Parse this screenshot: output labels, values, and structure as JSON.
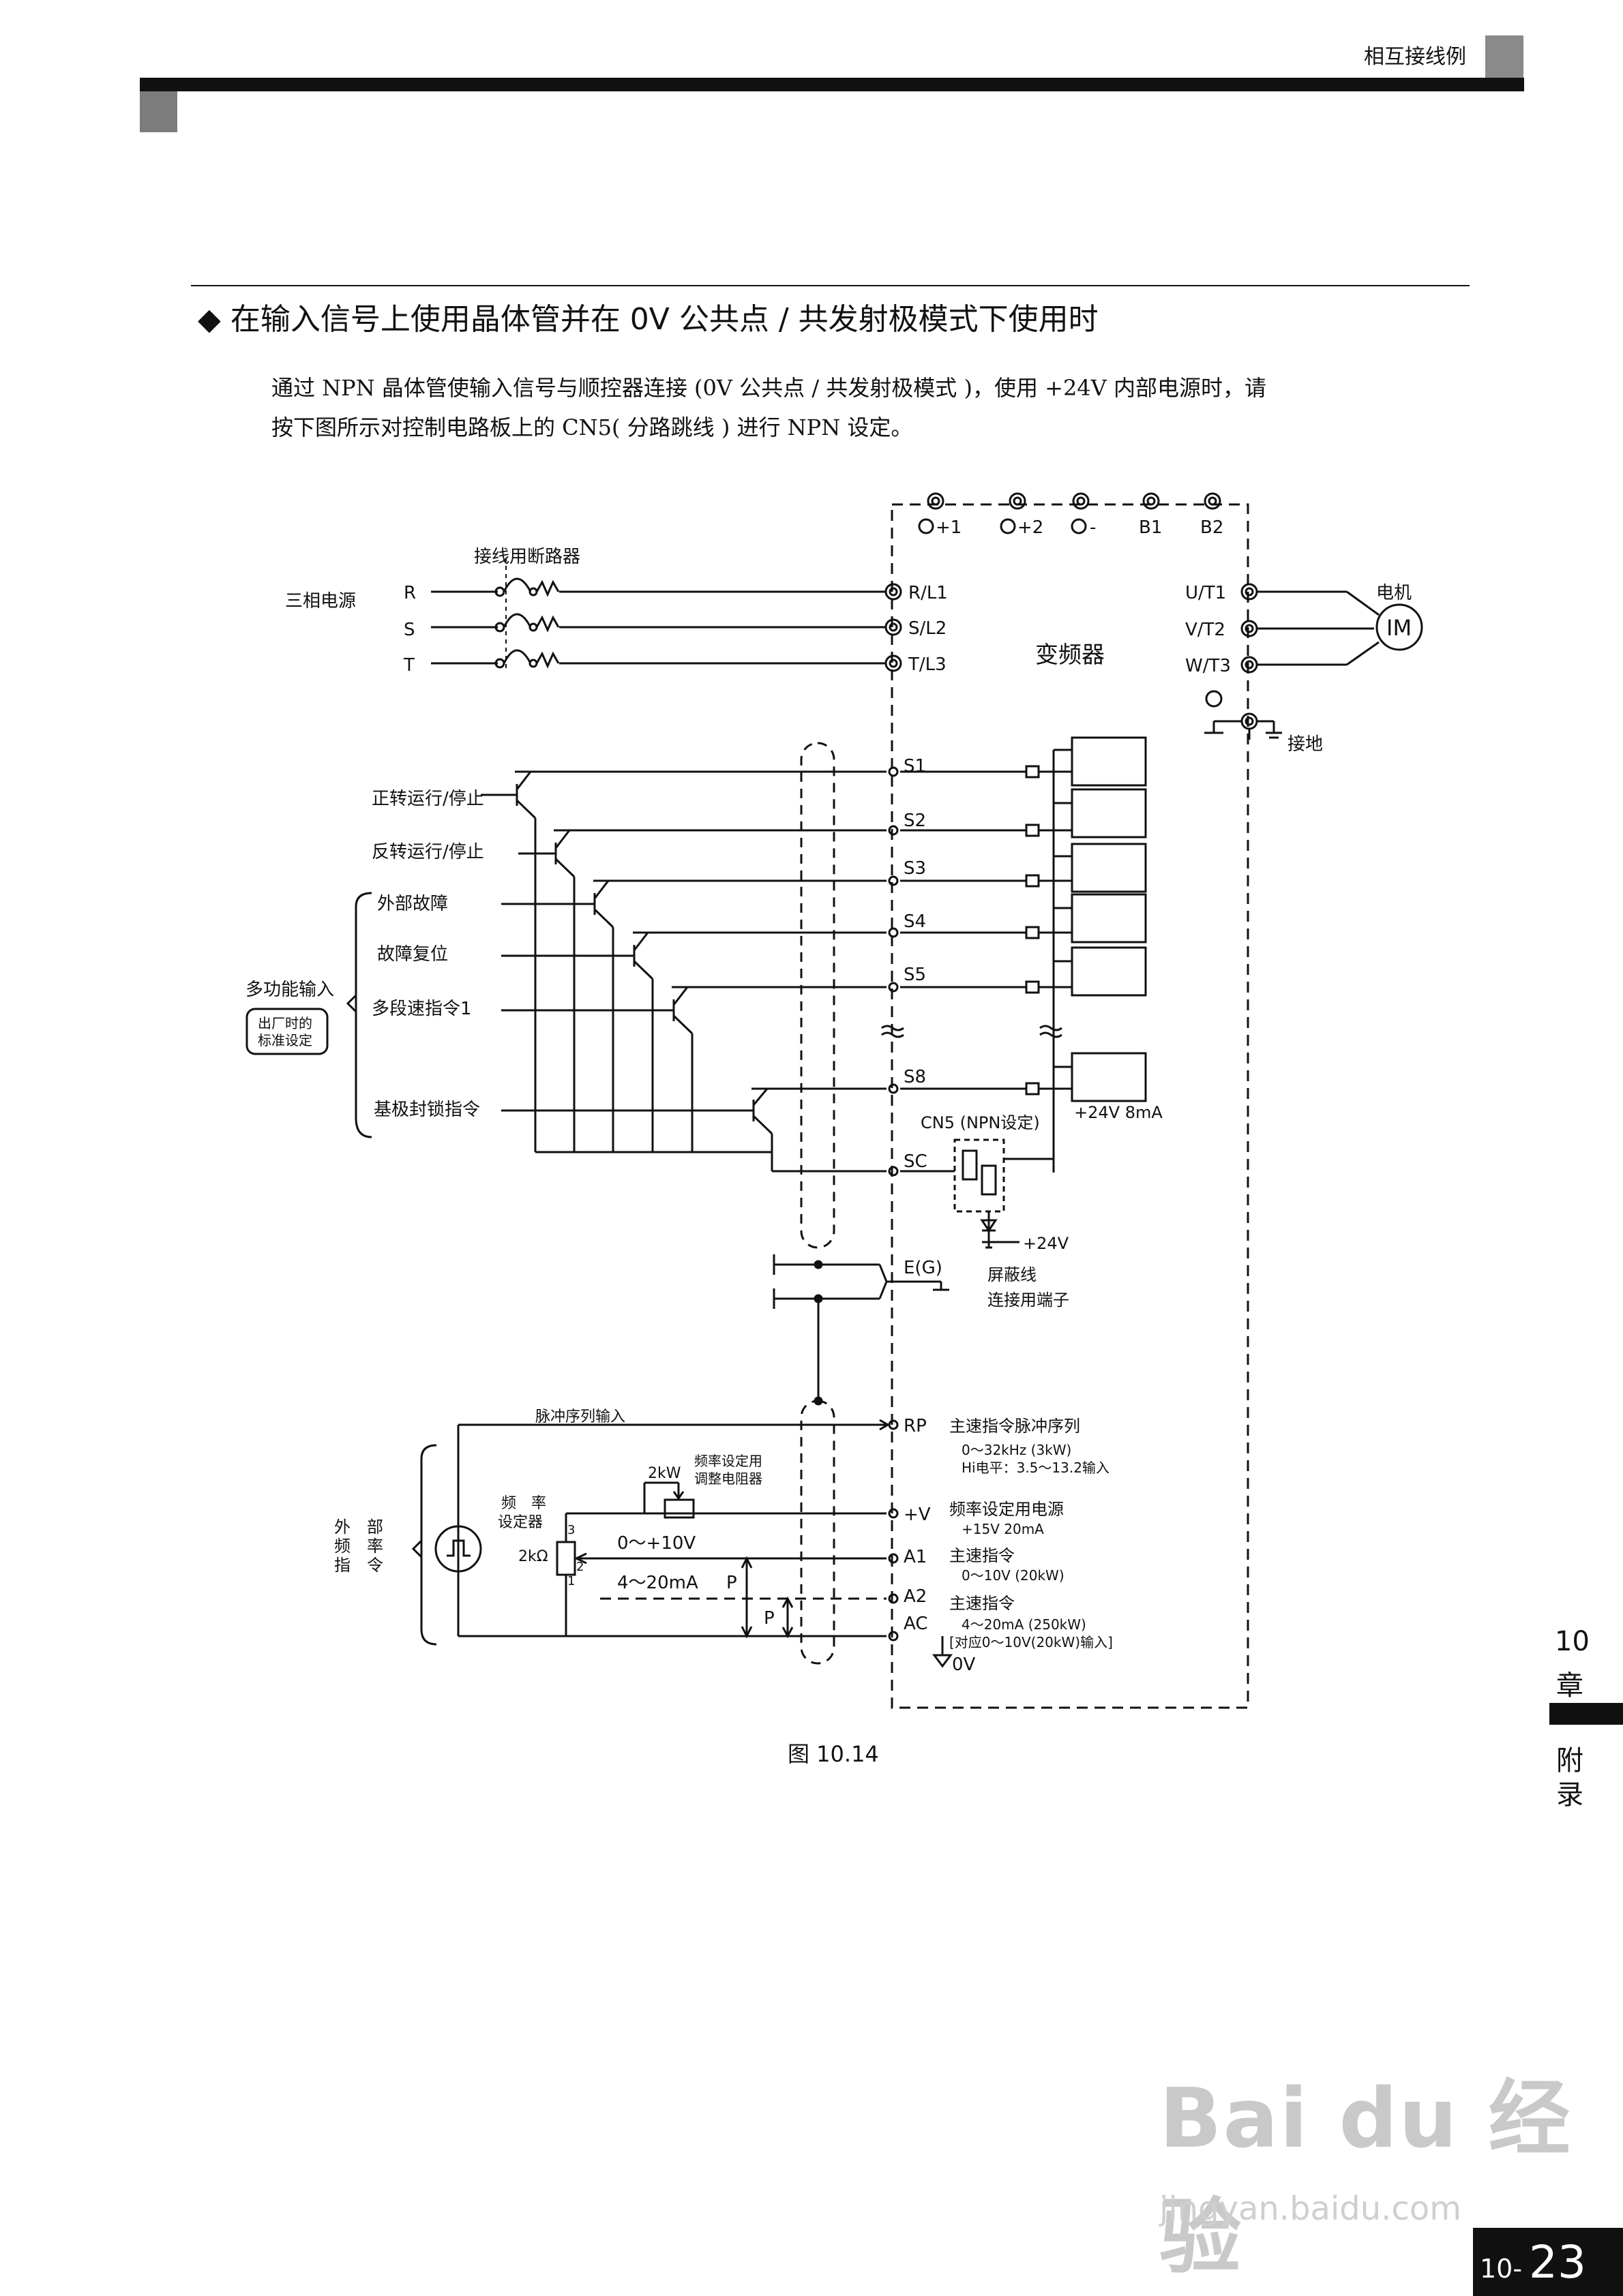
{
  "header": {
    "section": "相互接线例"
  },
  "section": {
    "title": "◆ 在输入信号上使用晶体管并在 0V 公共点 / 共发射极模式下使用时"
  },
  "intro": {
    "line1": "通过 NPN 晶体管使输入信号与顺控器连接 (0V 公共点 / 共发射极模式 )，使用 +24V 内部电源时，请",
    "line2": "按下图所示对控制电路板上的 CN5( 分路跳线 ) 进行 NPN 设定。"
  },
  "diagram": {
    "top_terminals": [
      "+1",
      "+2",
      "-",
      "B1",
      "B2"
    ],
    "breaker_label": "接线用断路器",
    "power_label": "三相电源",
    "phases": [
      "R",
      "S",
      "T"
    ],
    "input_terminals": [
      "R/L1",
      "S/L2",
      "T/L3"
    ],
    "inverter_label": "变频器",
    "output_terminals": [
      "U/T1",
      "V/T2",
      "W/T3"
    ],
    "motor_label": "电机",
    "motor_symbol": "IM",
    "ground_label": "接地",
    "inputs": [
      {
        "label": "正转运行/停止",
        "terminal": "S1"
      },
      {
        "label": "反转运行/停止",
        "terminal": "S2"
      },
      {
        "label": "外部故障",
        "terminal": "S3"
      },
      {
        "label": "故障复位",
        "terminal": "S4"
      },
      {
        "label": "多段速指令1",
        "terminal": "S5"
      },
      {
        "label": "基极封锁指令",
        "terminal": "S8"
      }
    ],
    "multi_input_label": "多功能输入",
    "factory_label_1": "出厂时的",
    "factory_label_2": "标准设定",
    "sc_terminal": "SC",
    "cn5_label": "CN5 (NPN设定)",
    "supply_24v_8ma": "+24V 8mA",
    "supply_24v": "+24V",
    "eg_terminal": "E(G)",
    "shield_label_1": "屏蔽线",
    "shield_label_2": "连接用端子",
    "pulse_input_label": "脉冲序列输入",
    "rp_terminal": "RP",
    "rp_desc_1": "主速指令脉冲序列",
    "rp_desc_2": "0～32kHz (3kW)",
    "rp_desc_3": "Hi电平：3.5～13.2输入",
    "pot_2kw": "2kW",
    "pot_desc_1": "频率设定用",
    "pot_desc_2": "调整电阻器",
    "freq_setter_1": "频　率",
    "freq_setter_2": "设定器",
    "ext_freq_1": "外　部",
    "ext_freq_2": "频　率",
    "ext_freq_3": "指　令",
    "pot_value": "2kΩ",
    "pin_3": "3",
    "pin_2": "2",
    "pin_1": "1",
    "v_terminal": "+V",
    "v_desc_1": "频率设定用电源",
    "v_desc_2": "+15V 20mA",
    "range_v": "0～+10V",
    "a1_terminal": "A1",
    "a1_desc_1": "主速指令",
    "a1_desc_2": "0～10V (20kW)",
    "range_ma": "4～20mA",
    "p_label": "P",
    "a2_terminal": "A2",
    "ac_terminal": "AC",
    "a2_desc_1": "主速指令",
    "a2_desc_2": "4～20mA (250kW)",
    "a2_desc_3": "[对应0～10V(20kW)输入]",
    "zero_v": "0V",
    "approx": "≈"
  },
  "caption": "图 10.14",
  "chapter": {
    "number": "10",
    "word": "章",
    "appendix_1": "附",
    "appendix_2": "录"
  },
  "page_number": {
    "prefix": "10-",
    "number": "23"
  },
  "watermark": {
    "brand": "Bai du 经验",
    "url": "jingyan.baidu.com"
  }
}
